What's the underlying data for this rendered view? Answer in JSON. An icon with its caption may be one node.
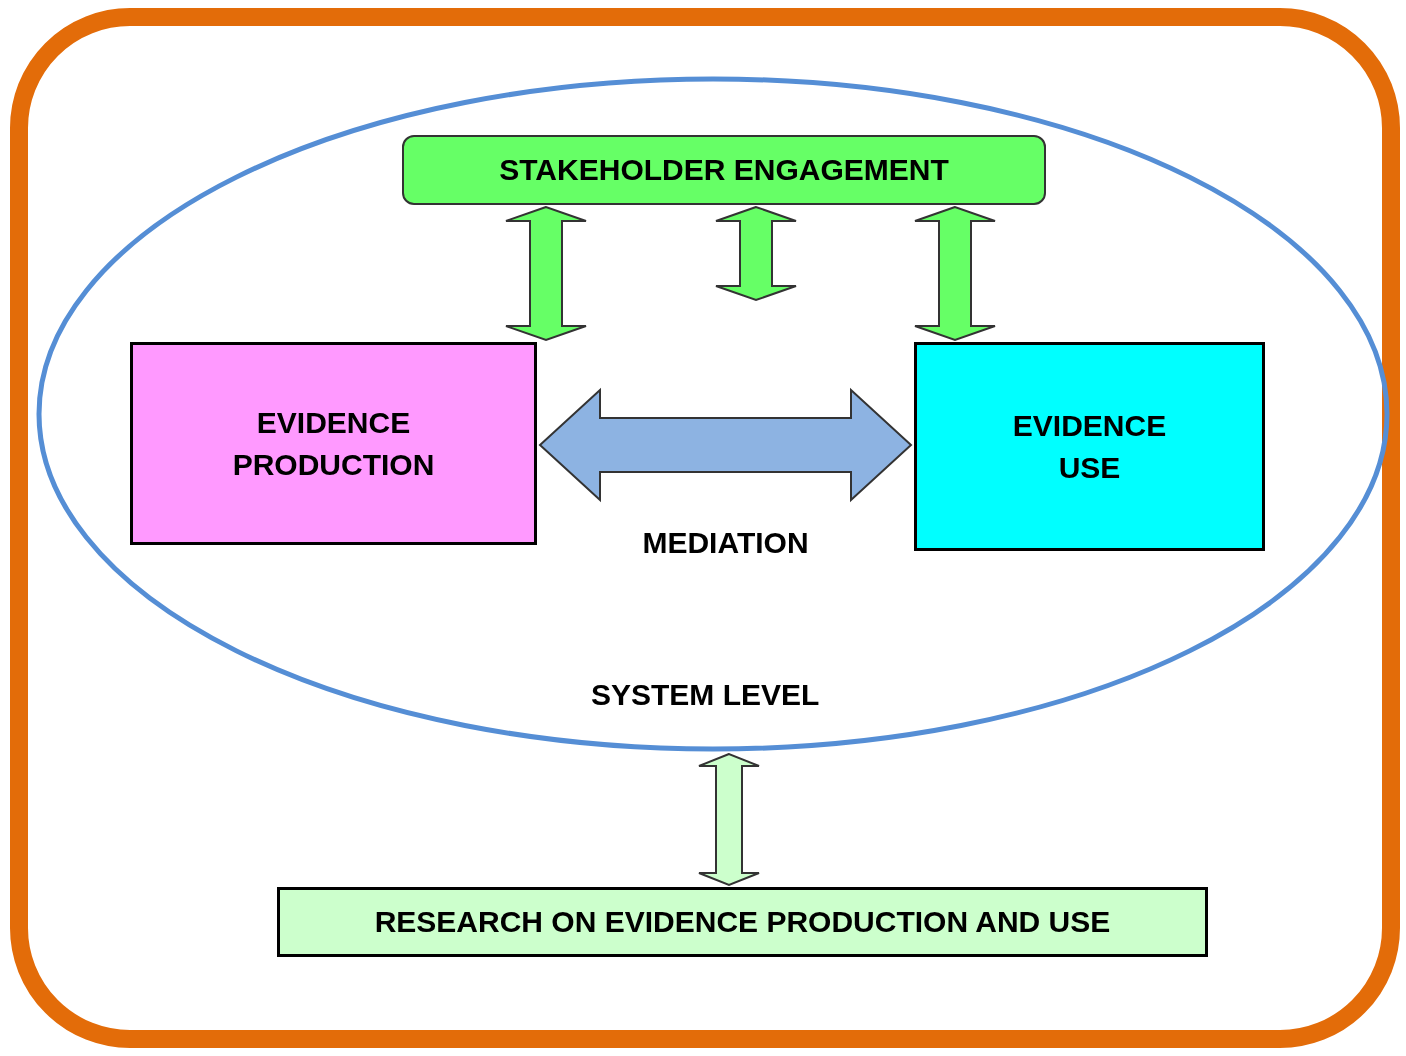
{
  "diagram": {
    "nodes": [
      {
        "text": [],
        "shape": "box"
      },
      {
        "text": [
          "SYSTEM LEVEL"
        ],
        "in": 0
      },
      {
        "text": [
          "STAKEHOLDER ENGAGEMENT"
        ],
        "in": 1
      },
      {
        "text": [
          "EVIDENCE PRODUCTION"
        ],
        "in": 1
      },
      {
        "text": [
          "EVIDENCE USE"
        ],
        "in": 1
      },
      {
        "text": [
          "RESEARCH ON EVIDENCE PRODUCTION AND USE"
        ],
        "in": 0
      }
    ],
    "edges": [
      {
        "from": 2,
        "to": 3,
        "arrow": "both",
        "style": "thick"
      },
      {
        "from": 2,
        "to": null,
        "arrow": "both",
        "style": "thick"
      },
      {
        "from": 2,
        "to": 4,
        "arrow": "both",
        "style": "thick"
      },
      {
        "from": 3,
        "to": 4,
        "arrow": "both",
        "style": "thick",
        "label": "MEDIATION",
        "color": "#8db3e2"
      },
      {
        "from": 1,
        "to": 5,
        "arrow": "both",
        "style": "thick",
        "color": "#ccffcc"
      }
    ]
  }
}
